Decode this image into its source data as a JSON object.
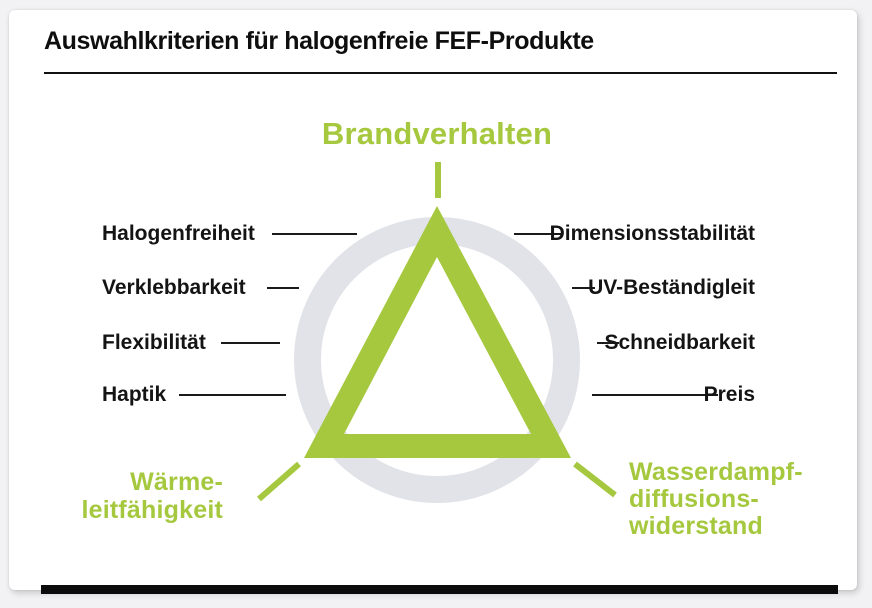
{
  "window": {
    "background": "#f2f2f4",
    "card_background": "#ffffff"
  },
  "header": {
    "title": "Auswahlkriterien für halogenfreie FEF-Produkte"
  },
  "colors": {
    "accent_green": "#a5c83e",
    "ring_gray": "#e2e3e9",
    "label_black": "#141414",
    "rule_black": "#121212",
    "bottom_bar_black": "#0c0c0c"
  },
  "diagram": {
    "center_symbol": "green-triangle-over-gray-ring",
    "top_label": "Brandverhalten",
    "left_labels": [
      "Halogenfreiheit",
      "Verklebbarkeit",
      "Flexibilität",
      "Haptik"
    ],
    "right_labels": [
      "Dimensionsstabilität",
      "UV-Beständigleit",
      "Schneidbarkeit",
      "Preis"
    ],
    "bottom_left_label": [
      "Wärme-",
      "leitfähigkeit"
    ],
    "bottom_right_label": [
      "Wasserdampf-",
      "diffusions-",
      "widerstand"
    ]
  }
}
